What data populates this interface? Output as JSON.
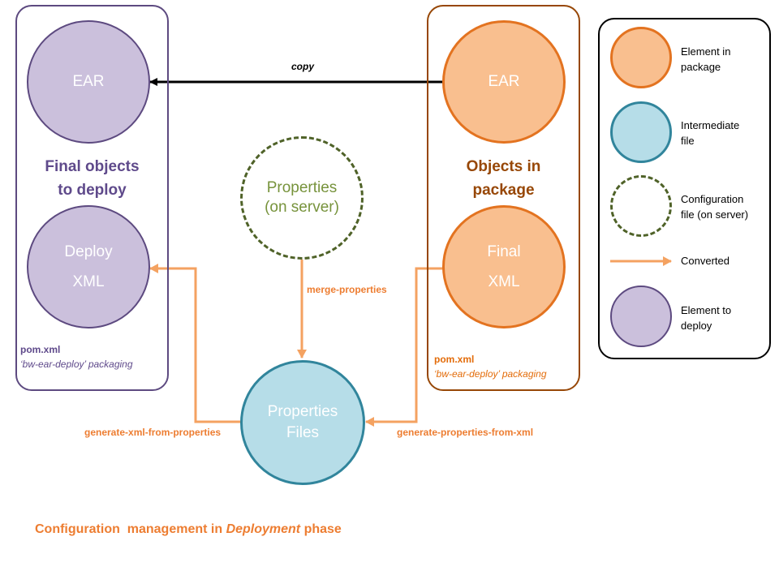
{
  "colors": {
    "purple_fill": "#cbc0dc",
    "purple_border": "#5d4a80",
    "purple_text": "#5f4a8b",
    "orange_fill": "#f9bf8f",
    "orange_border": "#e37320",
    "orange_text": "#ed7d31",
    "brown": "#974706",
    "blue_fill": "#b6dde8",
    "blue_border": "#31859c",
    "green": "#4f6228",
    "green_text": "#77933c",
    "arrow_orange": "#f4a261",
    "black": "#000000"
  },
  "left_group": {
    "ear_label": "EAR",
    "title_line1": "Final objects",
    "title_line2": "to deploy",
    "deploy_line1": "Deploy",
    "deploy_line2": "XML",
    "pom_label": "pom.xml",
    "packaging_label": "‘bw-ear-deploy’ packaging"
  },
  "right_group": {
    "ear_label": "EAR",
    "title_line1": "Objects in",
    "title_line2": "package",
    "final_line1": "Final",
    "final_line2": "XML",
    "pom_label": "pom.xml",
    "packaging_label": "‘bw-ear-deploy’ packaging"
  },
  "center": {
    "properties_line1": "Properties",
    "properties_line2": "(on server)",
    "files_line1": "Properties",
    "files_line2": "Files"
  },
  "edges": {
    "copy": "copy",
    "merge": "merge-properties",
    "gen_xml": "generate-xml-from-properties",
    "gen_props": "generate-properties-from-xml"
  },
  "legend": {
    "items": [
      {
        "label_line1": "Element in",
        "label_line2": "package",
        "icon": "orange-circle"
      },
      {
        "label_line1": "Intermediate",
        "label_line2": "file",
        "icon": "blue-circle"
      },
      {
        "label_line1": "Configuration",
        "label_line2": "file (on server)",
        "icon": "dashed-green-circle"
      },
      {
        "label_line1": "Converted",
        "label_line2": "",
        "icon": "orange-arrow"
      },
      {
        "label_line1": "Element to",
        "label_line2": "deploy",
        "icon": "purple-circle"
      }
    ]
  },
  "caption": {
    "part1": "Configuration  management in ",
    "part2": "Deployment",
    "part3": " phase"
  }
}
